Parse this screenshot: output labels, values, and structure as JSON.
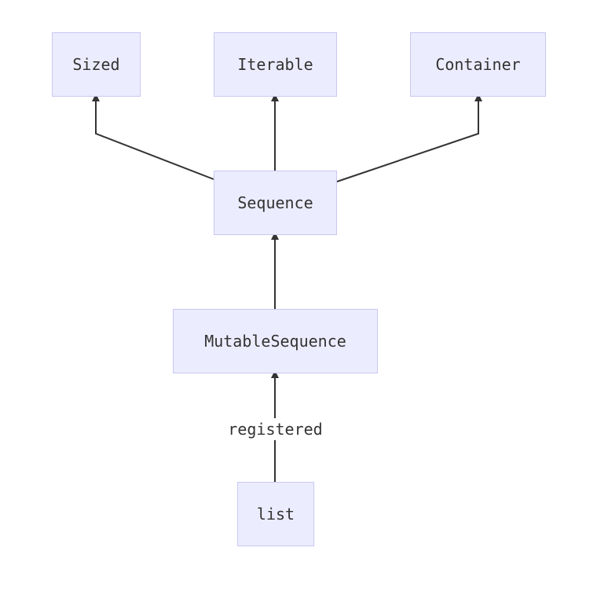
{
  "nodes": {
    "sized": "Sized",
    "iterable": "Iterable",
    "container": "Container",
    "sequence": "Sequence",
    "mutable_sequence": "MutableSequence",
    "list": "list"
  },
  "edges": [
    {
      "from": "Sequence",
      "to": "Sized",
      "label": ""
    },
    {
      "from": "Sequence",
      "to": "Iterable",
      "label": ""
    },
    {
      "from": "Sequence",
      "to": "Container",
      "label": ""
    },
    {
      "from": "MutableSequence",
      "to": "Sequence",
      "label": ""
    },
    {
      "from": "list",
      "to": "MutableSequence",
      "label": "registered"
    }
  ],
  "colors": {
    "node_fill": "#ececff",
    "node_border": "#c8c8f4",
    "edge": "#333333",
    "text": "#333333"
  }
}
